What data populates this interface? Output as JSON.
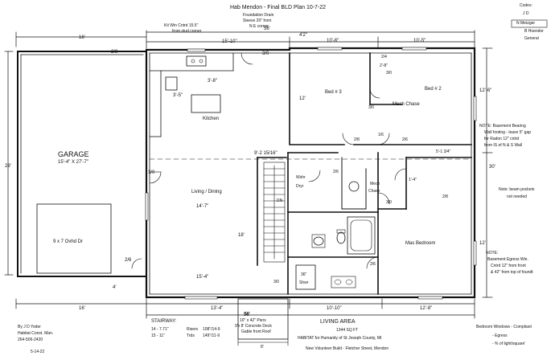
{
  "header": {
    "title": "Hab Mendon - Final BLD Plan  10-7-22",
    "foundation_drain": [
      "Foundation Drain",
      "Sleeve 20\" from",
      "N E corner"
    ],
    "kitchen_note": [
      "Kit Win Cntrd 15.5\"",
      "from stud corner"
    ],
    "codes": [
      "Codes:",
      "J D",
      "N Metzger",
      "B Hoendor",
      "General"
    ]
  },
  "dimensions": {
    "top_garage": "16'",
    "top_main": "15'-10\"",
    "top_overall": "56'",
    "top_bed3": "10'-6\"",
    "top_bed2": "10'-5\"",
    "top_mid": "4'2\"",
    "left_overall": "28'",
    "bottom_garage": "16'",
    "bottom_main": "13'-4\"",
    "bottom_mid": "10'-10\"",
    "bottom_right": "12'-8\"",
    "bottom_overall": "56'",
    "right_upper": "12'-6\"",
    "right_lower": "12'",
    "right_mid": "30'",
    "living_width": "14'-7\"",
    "living_width_bottom": "15'-4\"",
    "living_height": "18'",
    "stair_width": "9'-2 15/16\"",
    "bed3_height": "12'",
    "garage_wall_4": "4'",
    "kitchen_ref": "3'-5\"",
    "kitchen_side": "3'-8\"",
    "bed2_closet": "2'-8\"",
    "master_hall": "5'-1 3/4\"",
    "deck_width": "8'",
    "hall_1": "1'-4\"",
    "door_1_6": "1/6"
  },
  "doors": {
    "d28": "2/8",
    "d30": "3/0",
    "d26": "2/6",
    "d24": "2/4"
  },
  "rooms": {
    "garage_name": "GARAGE",
    "garage_size": "15'-4\" X 27'-7\"",
    "garage_door": "9 x 7   Ovhd Dr",
    "kitchen": "Kitchen",
    "living_dining": "Living / Dining",
    "bed3": "Bed # 3",
    "bed2": "Bed # 2",
    "mech_chase_upper": "Mech Chase",
    "mech_chase_lower": [
      "Mech",
      "Chase"
    ],
    "washer_dryer": [
      "Wshr",
      "Dryr"
    ],
    "master": "Mas Bedroom",
    "stair_dn": "DN",
    "bath_36": [
      "36\"",
      "Shwr"
    ]
  },
  "notes": {
    "basement_bearing": [
      "NOTE: Basement Bearing",
      "Wall footing - leave 5\" gap",
      "for Radon 12\" cntrd",
      "from IS of N & S Wall"
    ],
    "beam_pockets": [
      "Note: beam pockets",
      "not needed"
    ],
    "egress": [
      "NOTE:",
      "Basement Egress Win.",
      "Cntrd 12\" from front",
      "& 42\" from top of foundt"
    ],
    "deck": [
      "10\" x 42\" Piers",
      "9'x 8' Concrete Deck",
      "Gable front Roof"
    ],
    "deck_top": "56'",
    "stairway_title": "STAIRWAY:",
    "stair_risers": [
      "14 -  7.71\"",
      "Risers",
      "108\"/14-9"
    ],
    "stair_treads": [
      "15 -  11\"",
      "Trds",
      "149\"/11-9"
    ],
    "author": [
      "By J D Yoder",
      "Habitat Const. Man.",
      "264-506-2420"
    ],
    "author_date": "5-14-22",
    "living_area_title": "LIVING AREA",
    "living_area_sqft": "1344 SQ FT",
    "habitat": "HABITAT for Humanity of St Joseph County, MI",
    "build": "New Volunteer Build - Fletcher Street, Mendon",
    "windows": [
      "Bedroom Windows - Compliant",
      "- Egress",
      "- % of light/square'"
    ]
  }
}
